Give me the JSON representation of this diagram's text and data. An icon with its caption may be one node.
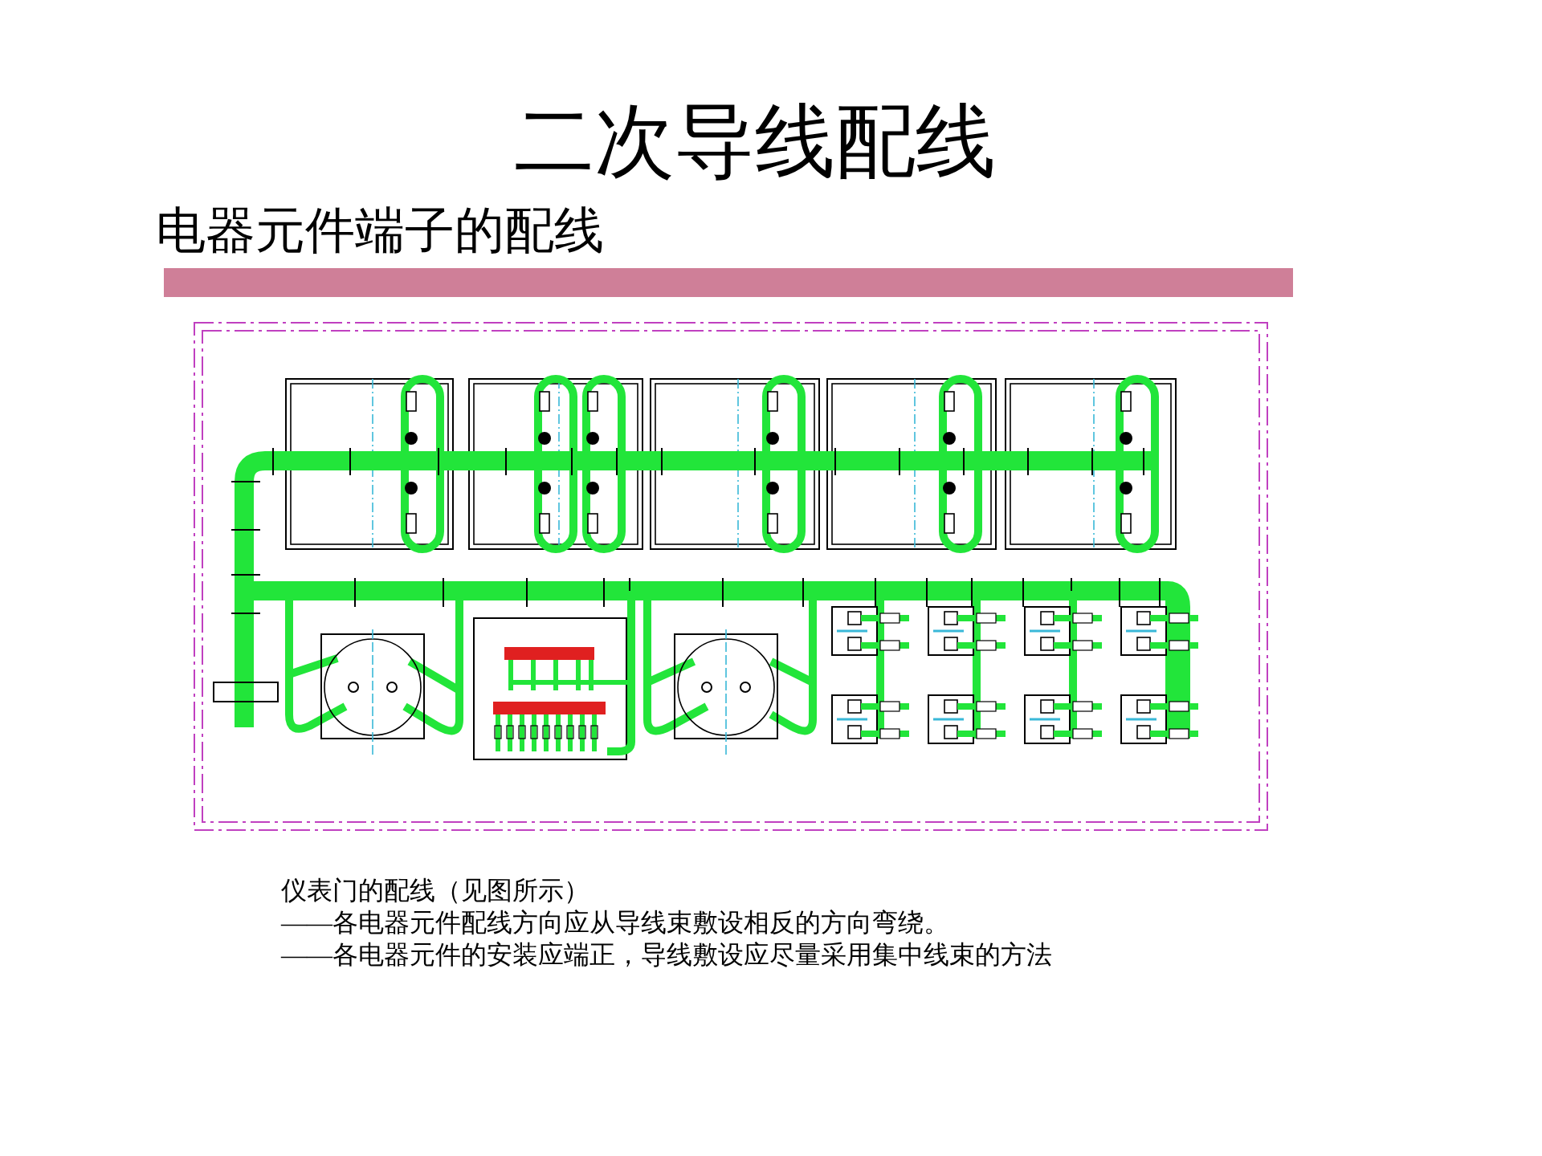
{
  "diagram": {
    "title": "二次导线配线",
    "labels": [
      "电器元件端子的配线",
      "仪表门的配线（见图所示）",
      "——各电器元件配线方向应从导线束敷设相反的方向弯绕。",
      "——各电器元件的安装应端正，导线敷设应尽量采用集中线束的方法"
    ]
  }
}
